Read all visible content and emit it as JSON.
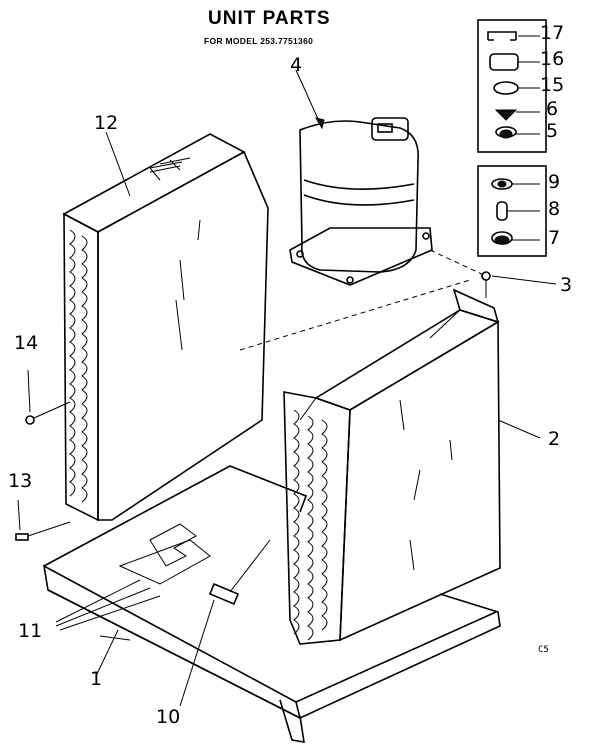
{
  "header": {
    "title": "UNIT PARTS",
    "subtitle": "FOR MODEL 253.7751360"
  },
  "callouts": [
    {
      "id": "c17",
      "label": "17"
    },
    {
      "id": "c16",
      "label": "16"
    },
    {
      "id": "c15",
      "label": "15"
    },
    {
      "id": "c6",
      "label": "6"
    },
    {
      "id": "c5",
      "label": "5"
    },
    {
      "id": "c9",
      "label": "9"
    },
    {
      "id": "c8",
      "label": "8"
    },
    {
      "id": "c7",
      "label": "7"
    },
    {
      "id": "c4",
      "label": "4"
    },
    {
      "id": "c3",
      "label": "3"
    },
    {
      "id": "c2",
      "label": "2"
    },
    {
      "id": "c12",
      "label": "12"
    },
    {
      "id": "c14",
      "label": "14"
    },
    {
      "id": "c13",
      "label": "13"
    },
    {
      "id": "c11",
      "label": "11"
    },
    {
      "id": "c1",
      "label": "1"
    },
    {
      "id": "c10",
      "label": "10"
    }
  ],
  "footer": {
    "code": "C5"
  }
}
